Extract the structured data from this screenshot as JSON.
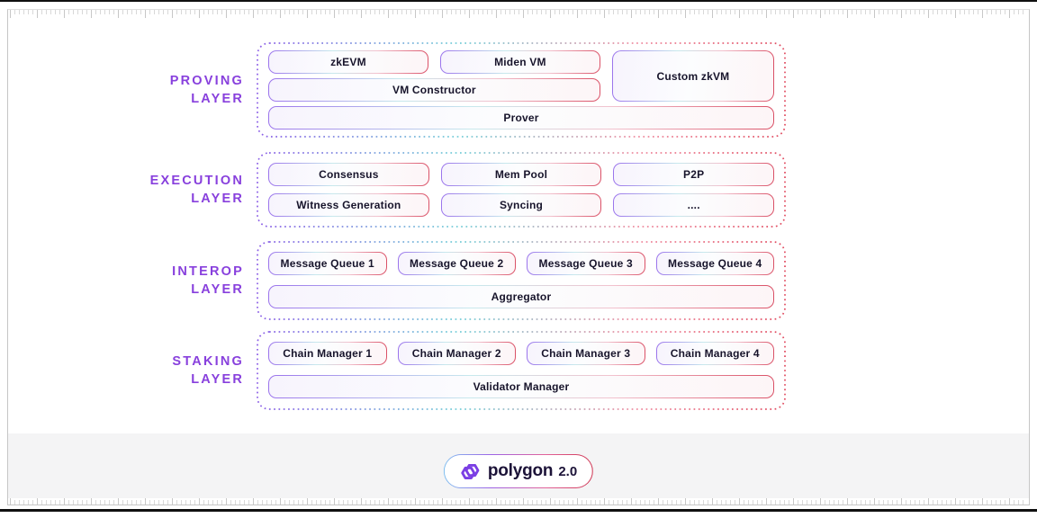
{
  "colors": {
    "label_purple": "#8840dd",
    "dot_gradient": [
      "#8a5ce6",
      "#74ced8",
      "#ef8ca0",
      "#e0495e"
    ],
    "box_border_gradient": [
      "#9b74ec",
      "#c7e9ed",
      "#f2c2ce",
      "#da5066"
    ],
    "box_text": "#17142b",
    "footer_bg": "#f4f4f5",
    "badge_border_gradient": [
      "#82c1f0",
      "#9c63e6",
      "#e2639a",
      "#ce3350"
    ],
    "brand_text": "#1c1338",
    "logo_purple": "#7b3fe4"
  },
  "layers": [
    {
      "label_lines": [
        "PROVING",
        "LAYER"
      ],
      "boxes": {
        "zkevm": "zkEVM",
        "miden_vm": "Miden VM",
        "custom_zkvm": "Custom zkVM",
        "vm_constructor": "VM Constructor",
        "prover": "Prover"
      }
    },
    {
      "label_lines": [
        "EXECUTION",
        "LAYER"
      ],
      "boxes": {
        "consensus": "Consensus",
        "mem_pool": "Mem Pool",
        "p2p": "P2P",
        "witness_generation": "Witness Generation",
        "syncing": "Syncing",
        "more": "...."
      }
    },
    {
      "label_lines": [
        "INTEROP",
        "LAYER"
      ],
      "boxes": {
        "mq1": "Message Queue 1",
        "mq2": "Message Queue 2",
        "mq3": "Message Queue 3",
        "mq4": "Message Queue 4",
        "aggregator": "Aggregator"
      }
    },
    {
      "label_lines": [
        "STAKING",
        "LAYER"
      ],
      "boxes": {
        "cm1": "Chain Manager 1",
        "cm2": "Chain Manager 2",
        "cm3": "Chain Manager 3",
        "cm4": "Chain Manager 4",
        "validator_manager": "Validator Manager"
      }
    }
  ],
  "footer": {
    "brand": "polygon",
    "version": "2.0"
  }
}
